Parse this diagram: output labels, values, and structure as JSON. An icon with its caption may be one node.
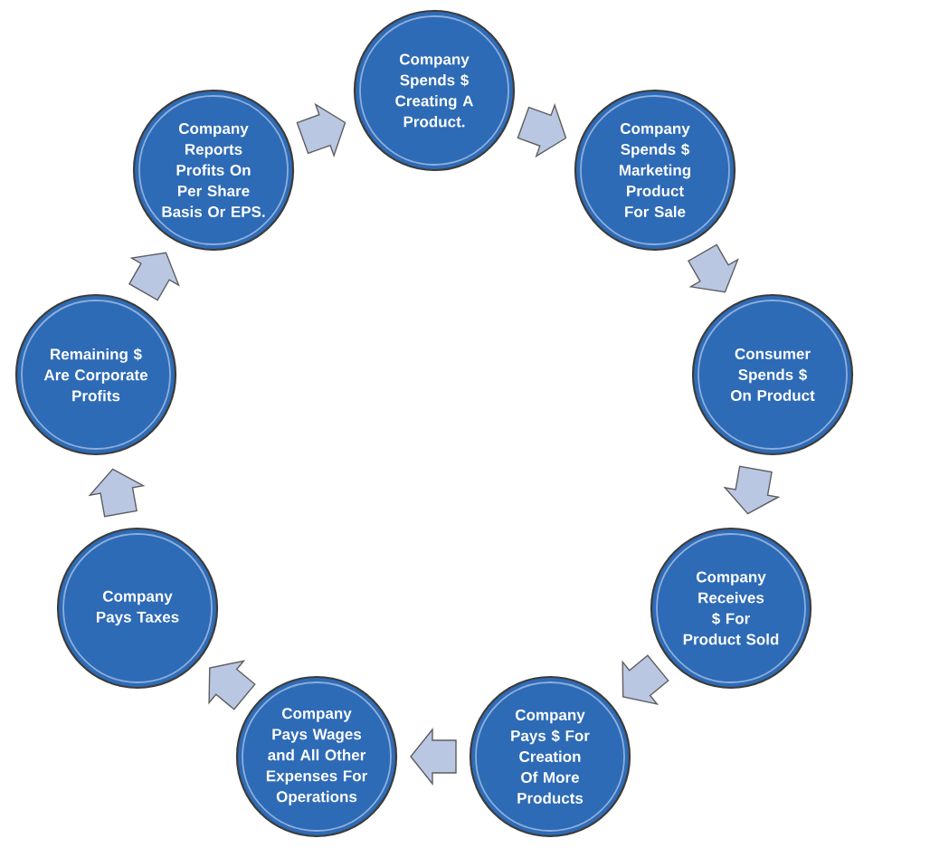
{
  "diagram": {
    "nodes": [
      {
        "text": [
          "Company Spends $ Creating A Product."
        ]
      },
      {
        "text": [
          "Company Spends $ Marketing Product For Sale"
        ]
      },
      {
        "text": [
          "Consumer Spends $ On Product"
        ]
      },
      {
        "text": [
          "Company Receives $ For Product Sold"
        ]
      },
      {
        "text": [
          "Company Pays $ For Creation Of More Products"
        ]
      },
      {
        "text": [
          "Company Pays Wages and All Other Expenses For Operations"
        ]
      },
      {
        "text": [
          "Company Pays Taxes"
        ]
      },
      {
        "text": [
          "Remaining $ Are Corporate Profits"
        ]
      },
      {
        "text": [
          "Company Reports Profits On Per Share Basis Or EPS."
        ]
      }
    ],
    "edges": [
      {
        "from": 0,
        "to": 1,
        "arrow": "to"
      },
      {
        "from": 1,
        "to": 2,
        "arrow": "to"
      },
      {
        "from": 2,
        "to": 3,
        "arrow": "to"
      },
      {
        "from": 3,
        "to": 4,
        "arrow": "to"
      },
      {
        "from": 4,
        "to": 5,
        "arrow": "to"
      },
      {
        "from": 5,
        "to": 6,
        "arrow": "to"
      },
      {
        "from": 6,
        "to": 7,
        "arrow": "to"
      },
      {
        "from": 7,
        "to": 8,
        "arrow": "to"
      },
      {
        "from": 8,
        "to": 0,
        "arrow": "to"
      }
    ]
  }
}
